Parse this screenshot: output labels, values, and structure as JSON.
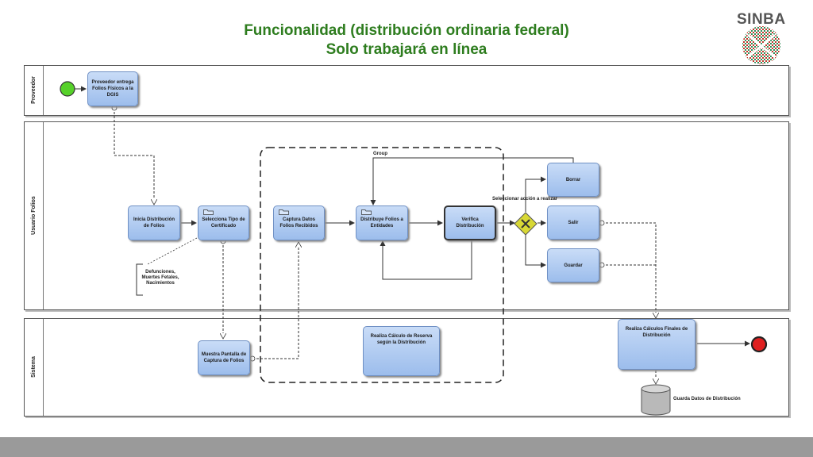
{
  "title": {
    "line1": "Funcionalidad (distribución ordinaria federal)",
    "line2": "Solo trabajará en línea"
  },
  "logo": {
    "text": "SINBA",
    "icon": "sinba-globe-icon"
  },
  "lanes": {
    "proveedor": "Proveedor",
    "usuario": "Usuario Folios",
    "sistema": "Sistema"
  },
  "tasks": {
    "proveedor_entrega": "Proveedor entrega Folios Físicos a la DGIS",
    "inicia_distribucion": "Inicia Distribución de Folios",
    "selecciona_tipo": "Selecciona Tipo de Certificado",
    "captura_datos": "Captura Datos Folios Recibidos",
    "distribuye_folios": "Distribuye Folios a Entidades",
    "verifica_distribucion": "Verifica Distribución",
    "borrar": "Borrar",
    "salir": "Salir",
    "guardar": "Guardar",
    "muestra_pantalla": "Muestra Pantalla de Captura de Folios",
    "realiza_calculo": "Realiza Cálculo de Reserva según la Distribución",
    "realiza_calculos_finales": "Realiza Cálculos Finales de Distribución"
  },
  "annotations": {
    "certificados": "Defunciones, Muertes Fetales, Nacimientos",
    "group": "Group",
    "gateway": "Seleccionar acción a realizar",
    "datastore": "Guarda Datos de Distribución"
  },
  "colors": {
    "title": "#2e7d1f",
    "task_fill": "#9cbdec",
    "start_event": "#56d12a",
    "end_event": "#e02020",
    "gateway": "#d8d835"
  }
}
